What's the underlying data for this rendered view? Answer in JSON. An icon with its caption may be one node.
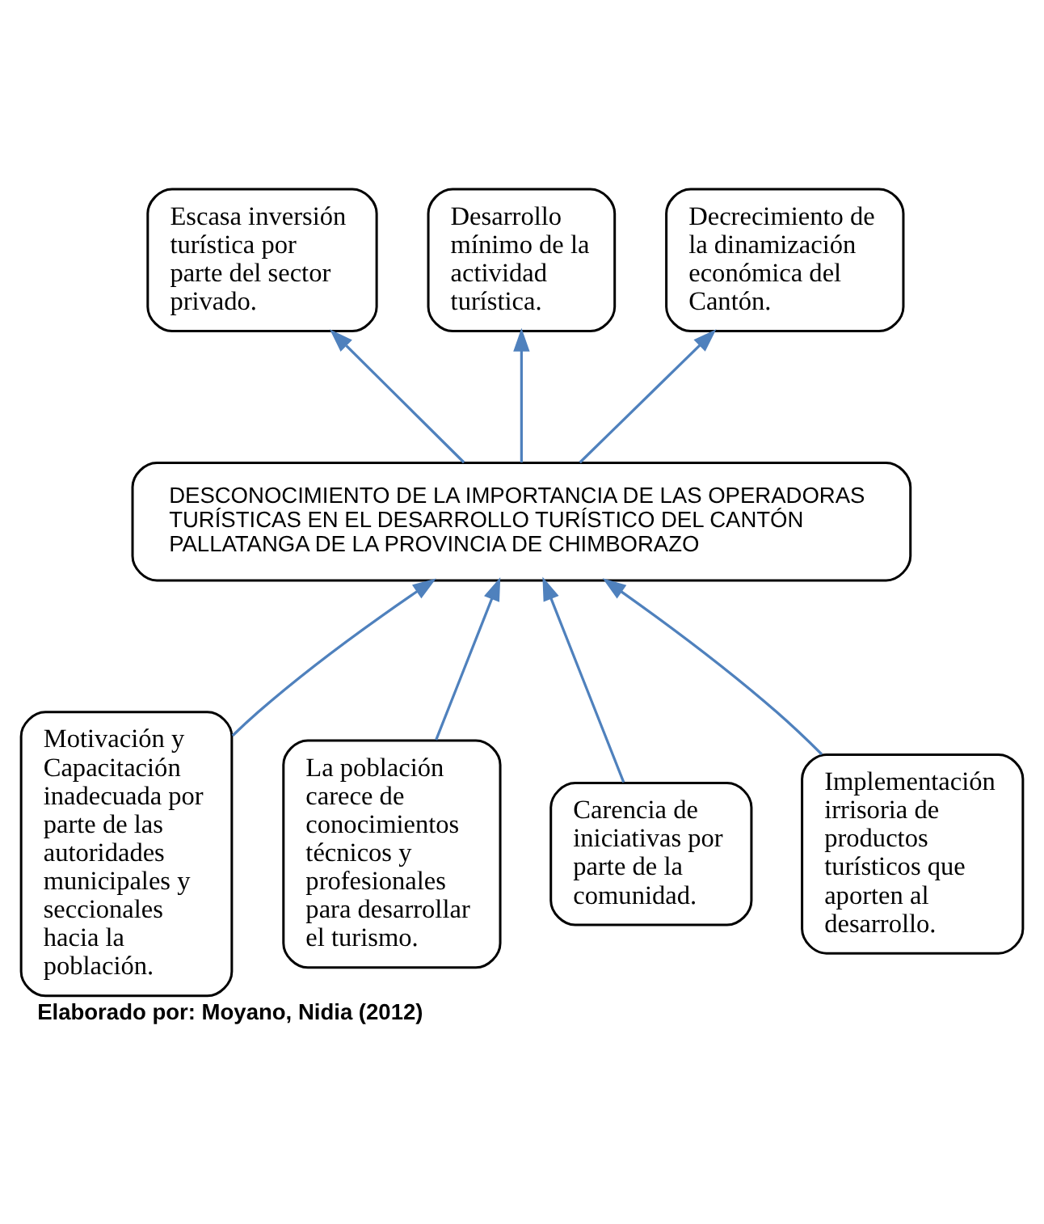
{
  "diagram": {
    "caption": "Elaborado por: Moyano, Nidia (2012)",
    "nodes": [
      {
        "text": [
          "DESCONOCIMIENTO DE LA IMPORTANCIA DE LAS OPERADORAS TURÍSTICAS EN EL DESARROLLO TURÍSTICO DEL CANTÓN PALLATANGA DE LA PROVINCIA DE CHIMBORAZO"
        ]
      },
      {
        "text": [
          "Escasa inversión turística por parte del sector privado."
        ]
      },
      {
        "text": [
          "Desarrollo mínimo de la actividad turística."
        ]
      },
      {
        "text": [
          "Decrecimiento de la dinamización económica del Cantón."
        ]
      },
      {
        "text": [
          "Motivación y Capacitación inadecuada por parte de las autoridades municipales y seccionales hacia la población."
        ]
      },
      {
        "text": [
          "La población carece de conocimientos técnicos y profesionales para desarrollar el turismo."
        ]
      },
      {
        "text": [
          "Carencia de iniciativas por parte de la comunidad."
        ]
      },
      {
        "text": [
          "Implementación irrisoria de productos turísticos que aporten al desarrollo."
        ]
      }
    ],
    "edges": [
      {
        "from": 0,
        "to": 1,
        "arrow": "to"
      },
      {
        "from": 0,
        "to": 2,
        "arrow": "to"
      },
      {
        "from": 0,
        "to": 3,
        "arrow": "to"
      },
      {
        "from": 4,
        "to": 0,
        "arrow": "to"
      },
      {
        "from": 5,
        "to": 0,
        "arrow": "to"
      },
      {
        "from": 6,
        "to": 0,
        "arrow": "to"
      },
      {
        "from": 7,
        "to": 0,
        "arrow": "to"
      }
    ]
  }
}
